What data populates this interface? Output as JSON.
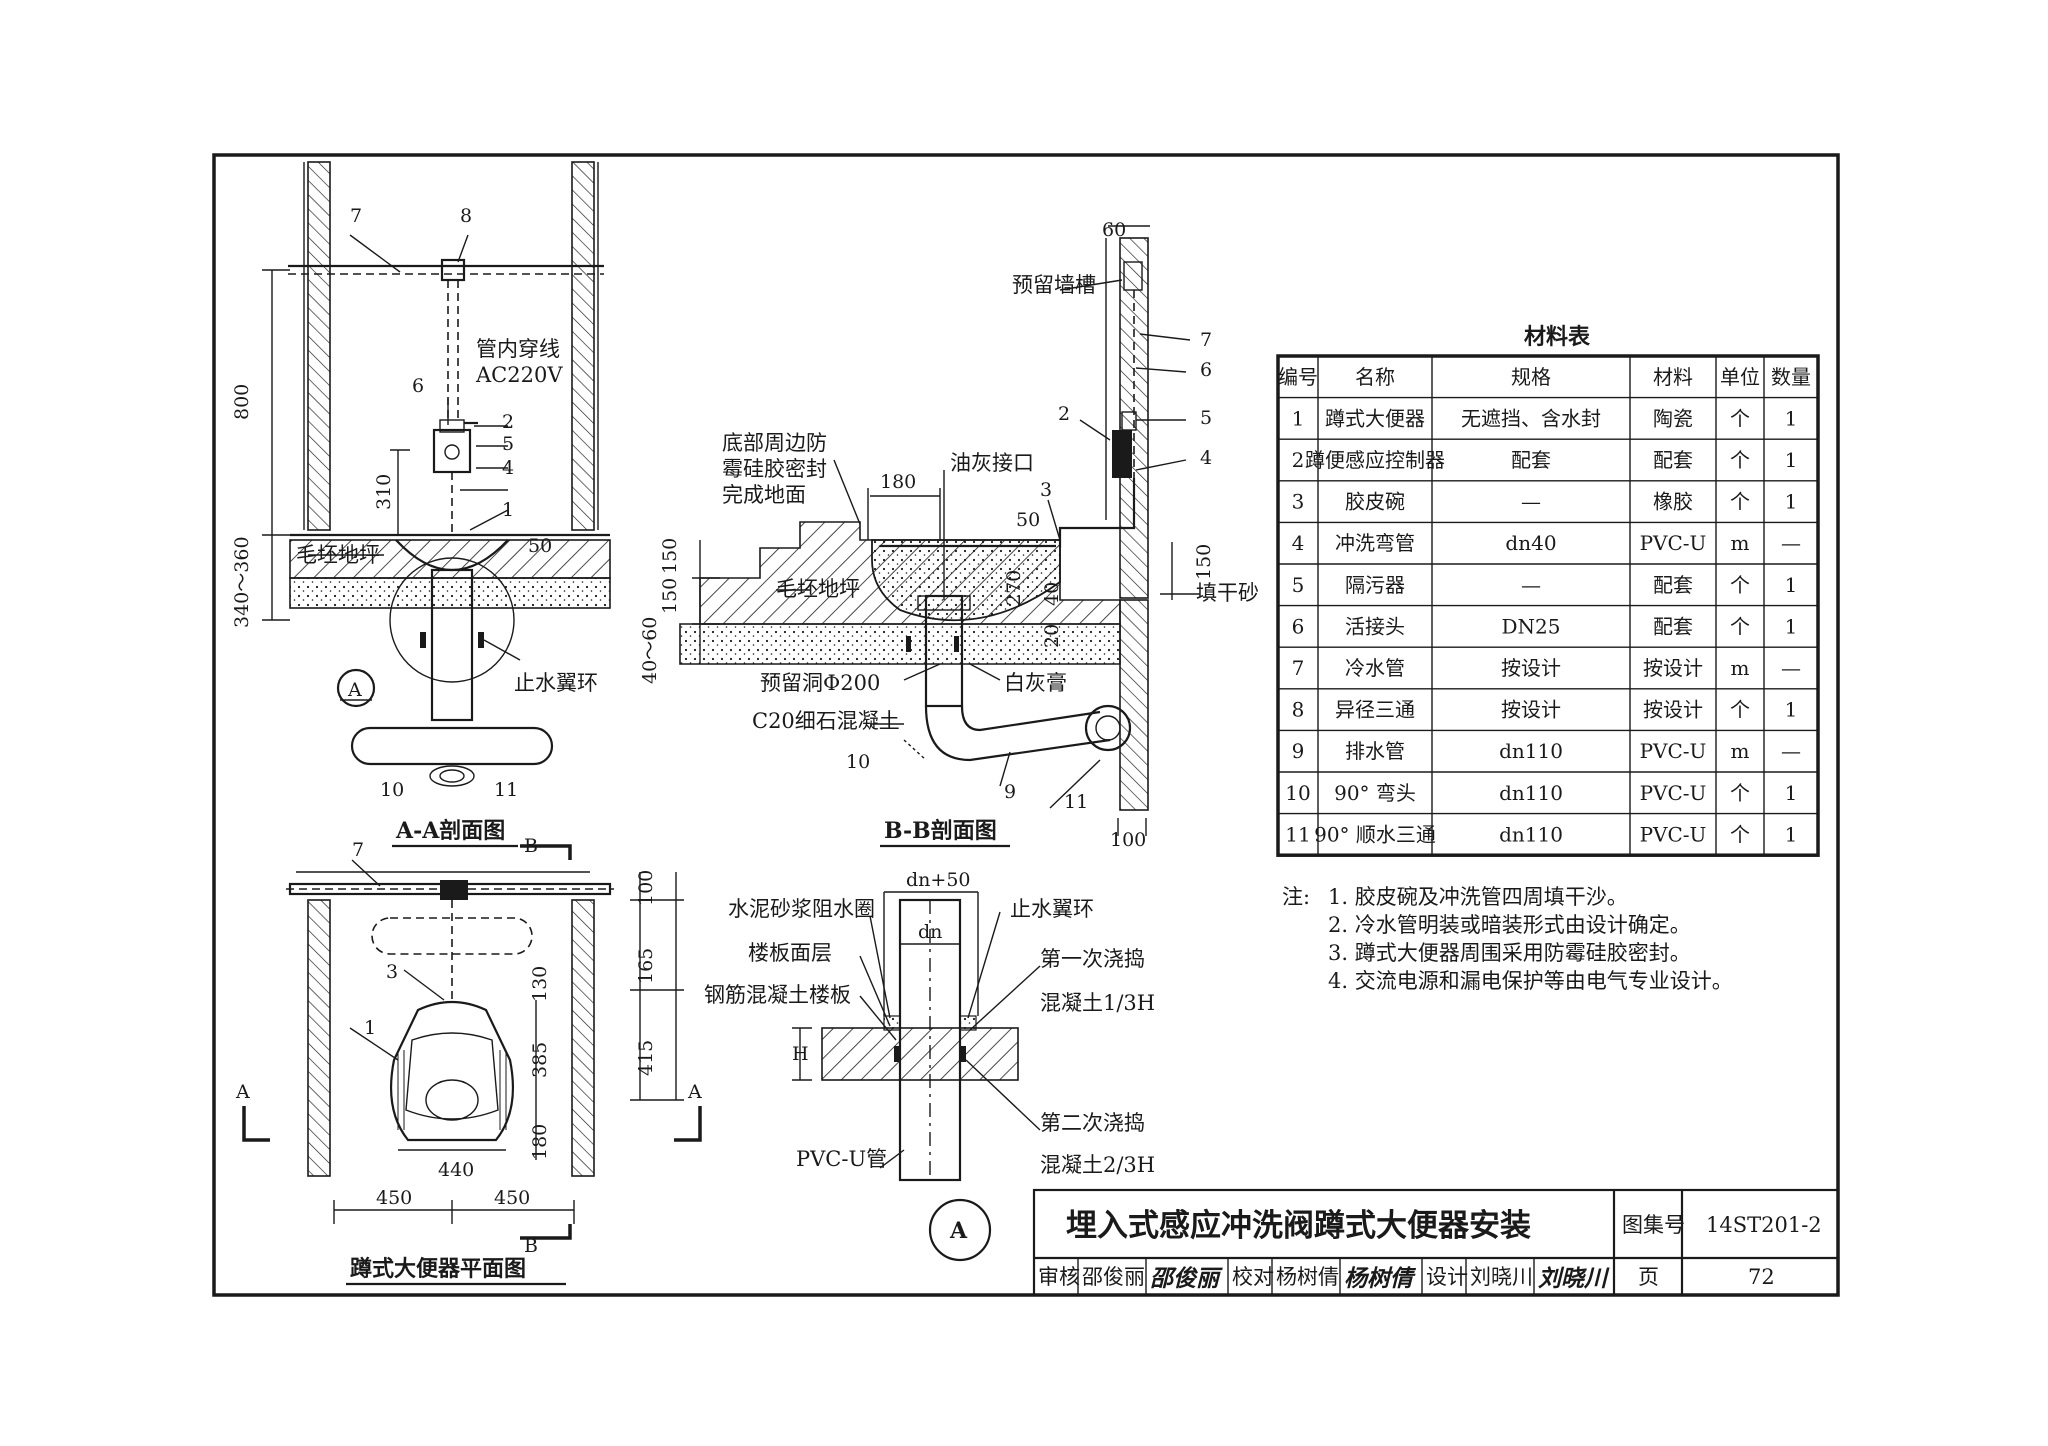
{
  "drawing": {
    "title": "埋入式感应冲洗阀蹲式大便器安装",
    "atlas_label": "图集号",
    "atlas_no": "14ST201-2",
    "page_label": "页",
    "page_no": "72",
    "review_label": "审核",
    "reviewer": "邵俊丽",
    "reviewer_sig": "邵俊丽",
    "check_label": "校对",
    "checker": "杨树倩",
    "checker_sig": "杨树倩",
    "design_label": "设计",
    "designer": "刘晓川",
    "designer_sig": "刘晓川",
    "detail_mark": "A"
  },
  "views": {
    "aa": {
      "title": "A-A剖面图",
      "wire": "管内穿线",
      "power": "AC220V",
      "rough_floor": "毛坯地坪",
      "water_ring": "止水翼环",
      "dim_800": "800",
      "dim_310": "310",
      "dim_340_360": "340～360",
      "dim_50": "50",
      "mark": "A",
      "n1": "1",
      "n2": "2",
      "n4": "4",
      "n5": "5",
      "n6": "6",
      "n7": "7",
      "n8": "8",
      "n10": "10",
      "n11": "11"
    },
    "bb": {
      "title": "B-B剖面图",
      "seal1": "底部周边防",
      "seal2": "霉硅胶密封",
      "finish": "完成地面",
      "putty_joint": "油灰接口",
      "rough_floor": "毛坯地坪",
      "hole": "预留洞Φ200",
      "concrete": "C20细石混凝土",
      "lime": "白灰膏",
      "groove": "预留墙槽",
      "dry_sand": "填干砂",
      "dim_180": "180",
      "dim_150a": "150",
      "dim_150b": "150",
      "dim_40_60": "40～60",
      "dim_270": "270",
      "dim_40": "40",
      "dim_20": "20",
      "dim_50": "50",
      "dim_60": "60",
      "dim_150c": "150",
      "dim_100": "100",
      "n2": "2",
      "n3": "3",
      "n4": "4",
      "n5": "5",
      "n6": "6",
      "n7": "7",
      "n9": "9",
      "n10": "10",
      "n11": "11"
    },
    "plan": {
      "title": "蹲式大便器平面图",
      "b": "B",
      "a": "A",
      "dim_100": "100",
      "dim_165": "165",
      "dim_415": "415",
      "dim_130": "130",
      "dim_385": "385",
      "dim_180": "180",
      "dim_440": "440",
      "dim_450a": "450",
      "dim_450b": "450",
      "n1": "1",
      "n3": "3",
      "n7": "7"
    },
    "detail": {
      "dn50": "dn+50",
      "dn": "dn",
      "mortar": "水泥砂浆阻水圈",
      "floor_layer": "楼板面层",
      "slab": "钢筋混凝土楼板",
      "pvc": "PVC-U管",
      "ring": "止水翼环",
      "pour1": "第一次浇捣",
      "c13": "混凝土1/3H",
      "pour2": "第二次浇捣",
      "c23": "混凝土2/3H",
      "h": "H"
    }
  },
  "materials": {
    "title": "材料表",
    "headers": [
      "编号",
      "名称",
      "规格",
      "材料",
      "单位",
      "数量"
    ],
    "rows": [
      [
        "1",
        "蹲式大便器",
        "无遮挡、含水封",
        "陶瓷",
        "个",
        "1"
      ],
      [
        "2",
        "蹲便感应控制器",
        "配套",
        "配套",
        "个",
        "1"
      ],
      [
        "3",
        "胶皮碗",
        "—",
        "橡胶",
        "个",
        "1"
      ],
      [
        "4",
        "冲洗弯管",
        "dn40",
        "PVC-U",
        "m",
        "—"
      ],
      [
        "5",
        "隔污器",
        "—",
        "配套",
        "个",
        "1"
      ],
      [
        "6",
        "活接头",
        "DN25",
        "配套",
        "个",
        "1"
      ],
      [
        "7",
        "冷水管",
        "按设计",
        "按设计",
        "m",
        "—"
      ],
      [
        "8",
        "异径三通",
        "按设计",
        "按设计",
        "个",
        "1"
      ],
      [
        "9",
        "排水管",
        "dn110",
        "PVC-U",
        "m",
        "—"
      ],
      [
        "10",
        "90° 弯头",
        "dn110",
        "PVC-U",
        "个",
        "1"
      ],
      [
        "11",
        "90° 顺水三通",
        "dn110",
        "PVC-U",
        "个",
        "1"
      ]
    ]
  },
  "notes": {
    "prefix": "注:",
    "items": [
      "1.  胶皮碗及冲洗管四周填干沙。",
      "2.  冷水管明装或暗装形式由设计确定。",
      "3.  蹲式大便器周围采用防霉硅胶密封。",
      "4.  交流电源和漏电保护等由电气专业设计。"
    ]
  }
}
